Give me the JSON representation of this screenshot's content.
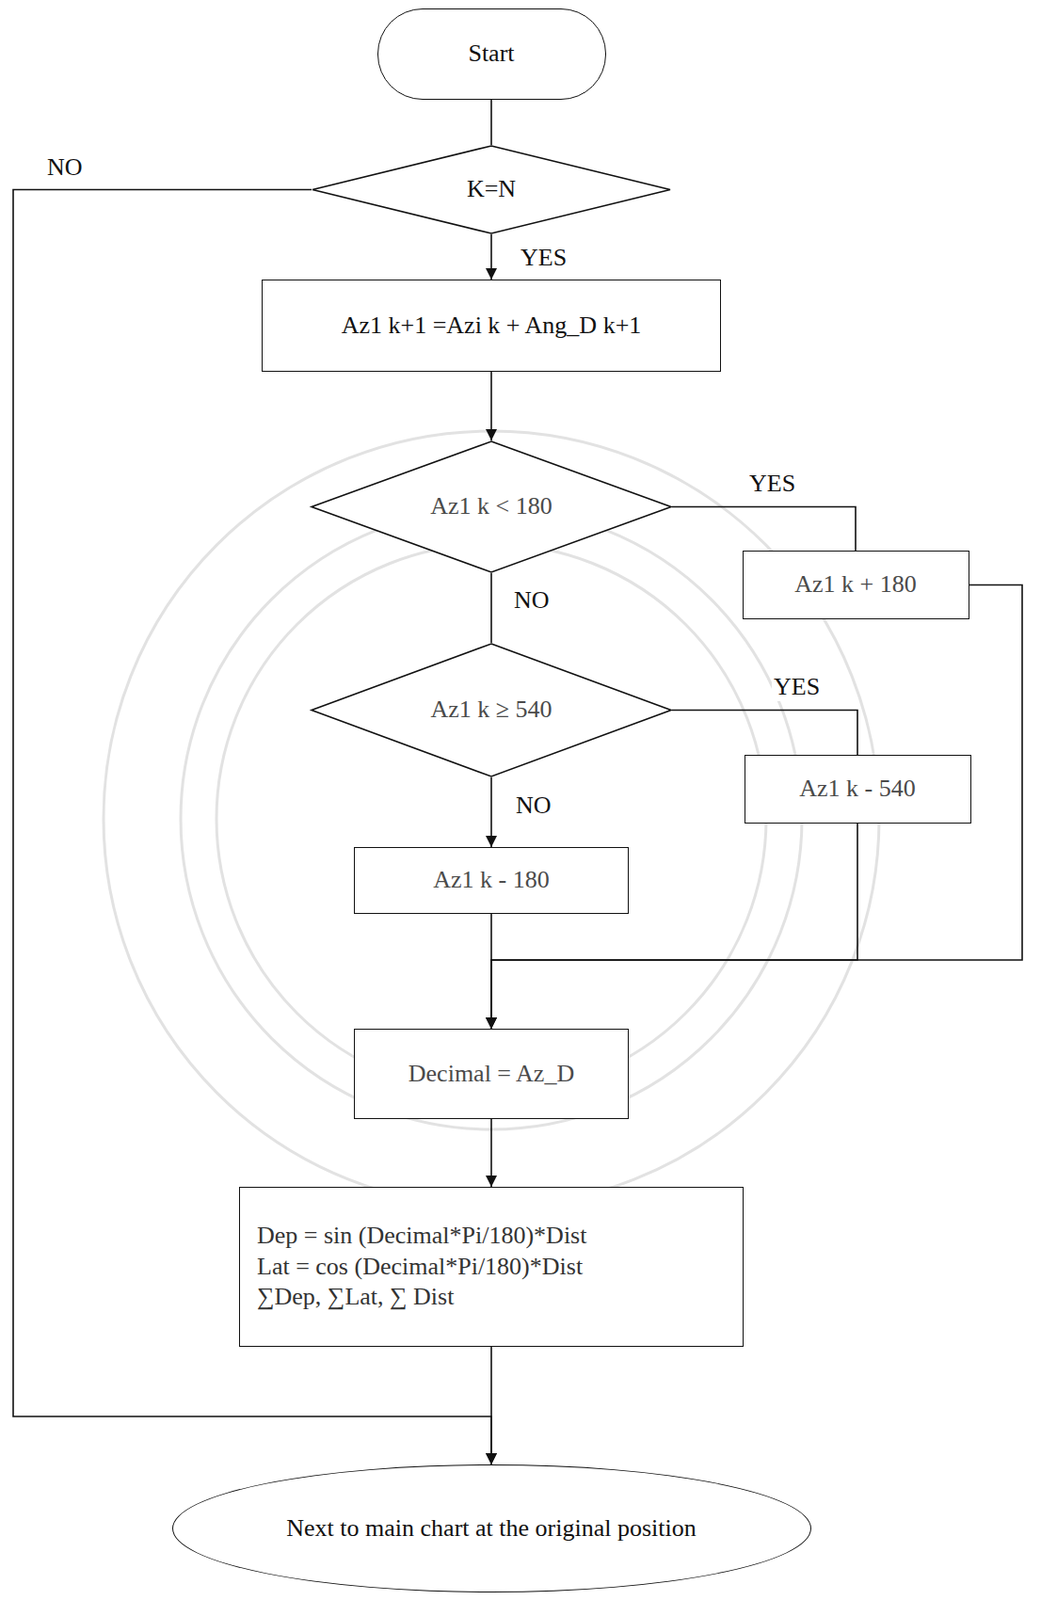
{
  "diagram": {
    "nodes": [
      {
        "text": [
          "Start"
        ]
      },
      {
        "text": [
          "K=N"
        ]
      },
      {
        "text": [
          "Az1 k+1 =Azi k + Ang_D k+1"
        ]
      },
      {
        "text": [
          "Az1 k < 180"
        ]
      },
      {
        "text": [
          "Az1 k + 180"
        ]
      },
      {
        "text": [
          "Az1 k ≥ 540"
        ]
      },
      {
        "text": [
          "Az1 k - 540"
        ]
      },
      {
        "text": [
          "Az1 k - 180"
        ]
      },
      {
        "text": [
          "Decimal = Az_D"
        ]
      },
      {
        "text": [
          "Dep = sin (Decimal*Pi/180)*Dist",
          "Lat = cos (Decimal*Pi/180)*Dist",
          "∑Dep, ∑Lat, ∑ Dist"
        ]
      },
      {
        "text": [
          "Next to main chart at the original position"
        ]
      }
    ],
    "edges": [
      {
        "from": 0,
        "to": 1,
        "arrow": "none"
      },
      {
        "from": 1,
        "to": 2,
        "label": "YES",
        "arrow": "to"
      },
      {
        "from": 1,
        "to": 10,
        "label": "NO",
        "arrow": "to"
      },
      {
        "from": 2,
        "to": 3,
        "arrow": "to"
      },
      {
        "from": 3,
        "to": 4,
        "label": "YES",
        "arrow": "none"
      },
      {
        "from": 3,
        "to": 5,
        "label": "NO",
        "arrow": "none"
      },
      {
        "from": 5,
        "to": 6,
        "label": "YES",
        "arrow": "none"
      },
      {
        "from": 5,
        "to": 7,
        "label": "NO",
        "arrow": "to"
      },
      {
        "from": 4,
        "to": 8,
        "arrow": "to"
      },
      {
        "from": 6,
        "to": 8,
        "arrow": "to"
      },
      {
        "from": 7,
        "to": 8,
        "arrow": "to"
      },
      {
        "from": 8,
        "to": 9,
        "arrow": "to"
      },
      {
        "from": 9,
        "to": 10,
        "arrow": "to"
      }
    ]
  }
}
